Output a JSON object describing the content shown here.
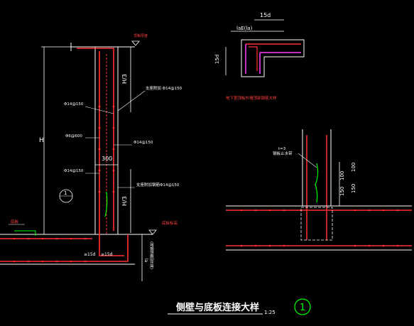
{
  "drawing": {
    "title": "侧壁与底板连接大样",
    "scale": "1:25",
    "number": "1",
    "colors": {
      "background": "#000000",
      "wall_outline": "#ffffff",
      "rebar": "#ff3030",
      "rebar_alt": "#ff40ff",
      "cable": "#00ff00",
      "dim": "#ffffff",
      "note": "#ffff40",
      "number_circle": "#00ff00"
    }
  },
  "main_detail": {
    "top_label": "顶板厚度",
    "height_label": "H",
    "h3_upper": "H/3",
    "h3_lower": "H/3",
    "width_300": "300",
    "annotations": {
      "a1": "支座附加 Φ14@150",
      "a2": "Φ14@150",
      "a3": "Φ6@600",
      "a4": "Φ14@150",
      "a5": "Φ14@150",
      "a6": "支座附加钢筋Φ14@150"
    },
    "section_marker": "1",
    "left_level": "底板",
    "right_level": "底板标高",
    "dims_15d_left": "≥15d",
    "dims_15d_right": "≥15d",
    "la_label": "la",
    "la_note": "(按钢筋锚固长度)"
  },
  "corner_detail": {
    "dim_15d": "15d",
    "lae_label": "laE(la)",
    "side_dim": "15d",
    "caption": "地下室顶板外墙顶部钢筋大样"
  },
  "joint_detail": {
    "t_label": "t=3",
    "waterstop_label": "钢板止水带",
    "dim_100_a": "100",
    "dim_100_b": "100",
    "dim_150_a": "150",
    "dim_150_b": "150"
  }
}
